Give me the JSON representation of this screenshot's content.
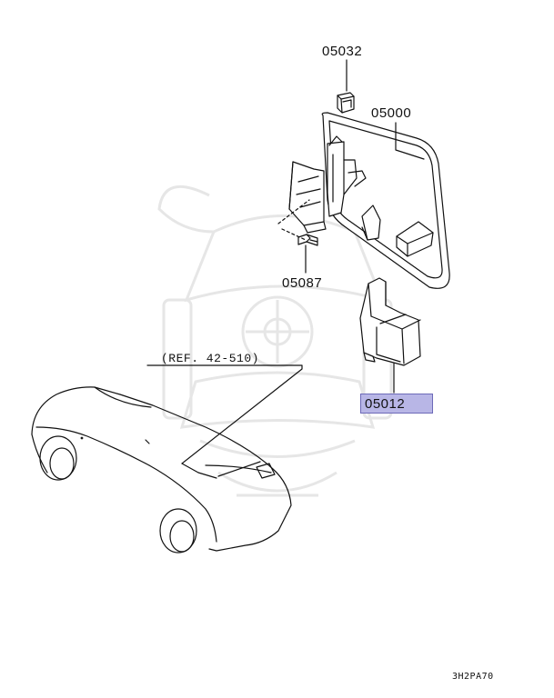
{
  "parts": [
    {
      "id": "05032",
      "label": "05032",
      "highlighted": false
    },
    {
      "id": "05000",
      "label": "05000",
      "highlighted": false
    },
    {
      "id": "05087",
      "label": "05087",
      "highlighted": false
    },
    {
      "id": "05012",
      "label": "05012",
      "highlighted": true
    }
  ],
  "reference": "(REF. 42-510)",
  "diagram_code": "3H2PA70",
  "colors": {
    "highlight_fill": "#b8b6e6",
    "highlight_border": "#6d6ab8",
    "line": "#111111",
    "watermark": "#e6e6e6"
  }
}
